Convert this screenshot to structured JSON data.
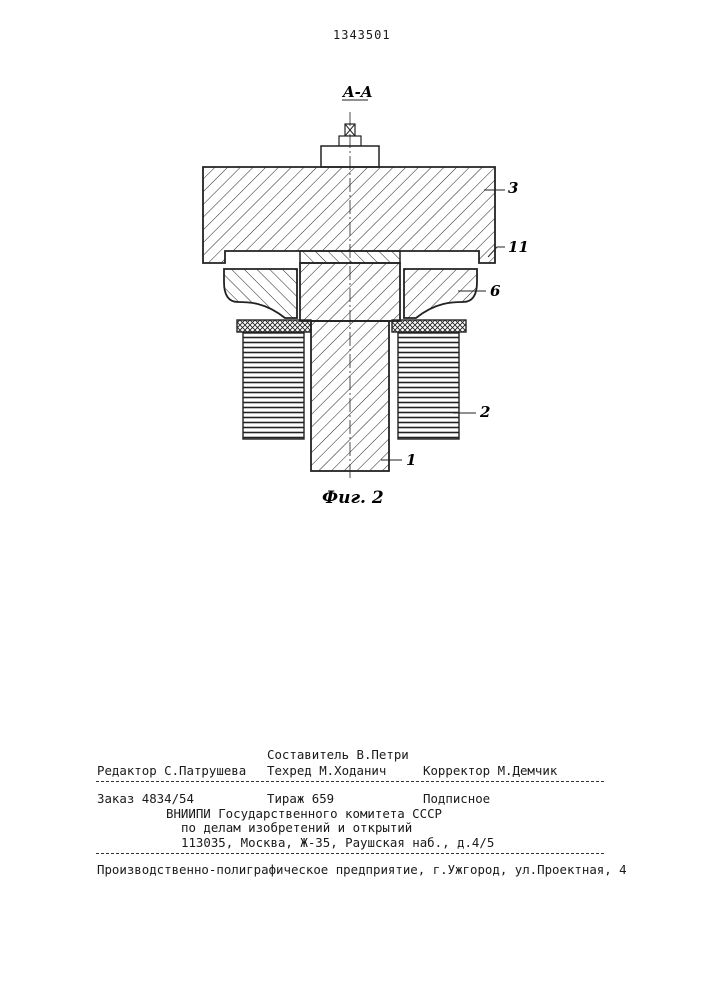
{
  "header": {
    "patent_number": "1343501"
  },
  "figure": {
    "section_label": "A-A",
    "caption": "Фиг. 2",
    "callouts": {
      "c1": "1",
      "c2": "2",
      "c3": "3",
      "c6": "6",
      "c11": "11"
    }
  },
  "colophon": {
    "compiler": "Составитель В.Петри",
    "editor": "Редактор С.Патрушева",
    "techred": "Техред М.Ходанич",
    "corrector": "Корректор М.Демчик",
    "order": "Заказ 4834/54",
    "circulation": "Тираж 659",
    "subscription": "Подписное",
    "org_line1": "ВНИИПИ Государственного комитета СССР",
    "org_line2": "по делам изобретений и открытий",
    "address": "113035, Москва, Ж-35, Раушская наб., д.4/5",
    "printer": "Производственно-полиграфическое предприятие, г.Ужгород, ул.Проектная, 4"
  }
}
